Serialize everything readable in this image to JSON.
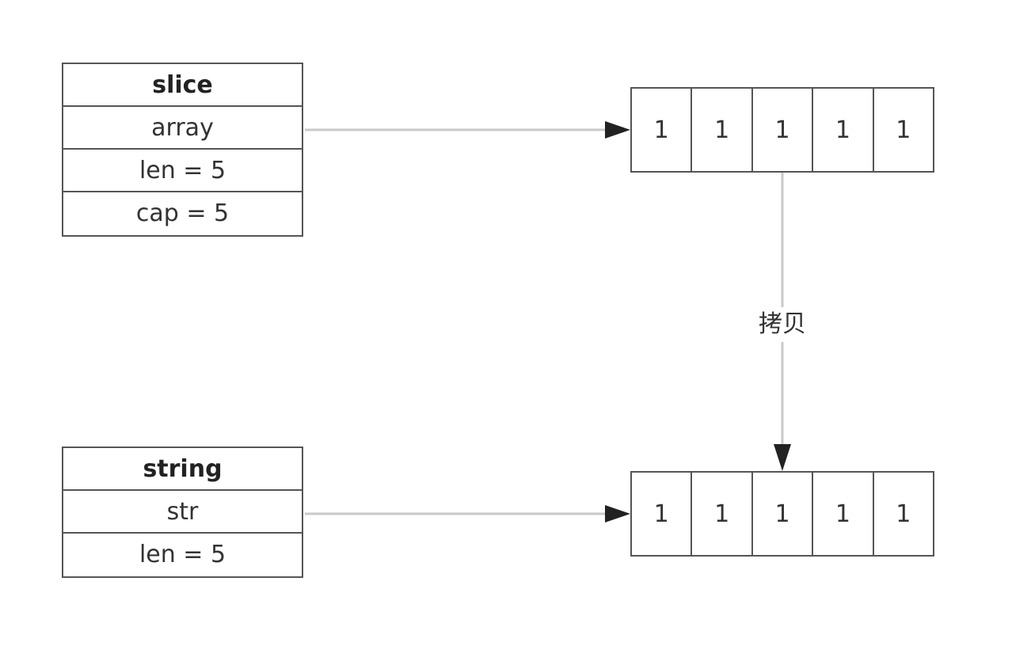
{
  "slice_struct": {
    "header": "slice",
    "fields": [
      "array",
      "len = 5",
      "cap = 5"
    ]
  },
  "string_struct": {
    "header": "string",
    "fields": [
      "str",
      "len = 5"
    ]
  },
  "top_array": {
    "cells": [
      "1",
      "1",
      "1",
      "1",
      "1"
    ]
  },
  "bottom_array": {
    "cells": [
      "1",
      "1",
      "1",
      "1",
      "1"
    ]
  },
  "copy_edge": {
    "label": "拷贝"
  },
  "colors": {
    "box_border": "#555555",
    "connector": "#c8c8c8",
    "arrowhead": "#222222",
    "text": "#333333"
  }
}
